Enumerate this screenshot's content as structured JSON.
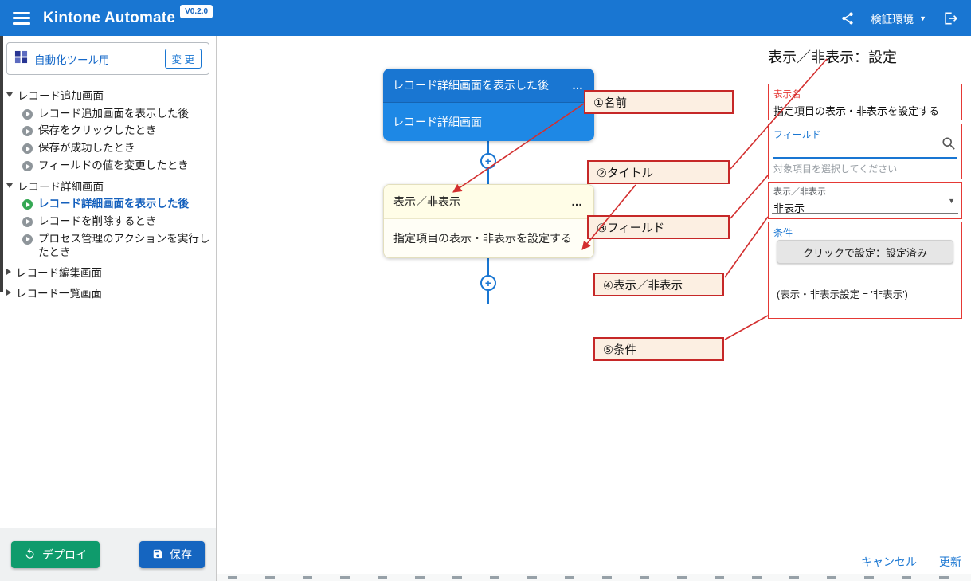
{
  "topbar": {
    "title": "Kintone Automate",
    "version": "V0.2.0",
    "env_label": "検証環境"
  },
  "sidebar": {
    "app_name": "自動化ツール用",
    "change_label": "変 更",
    "groups": [
      {
        "label": "レコード追加画面",
        "expanded": true,
        "children": [
          "レコード追加画面を表示した後",
          "保存をクリックしたとき",
          "保存が成功したとき",
          "フィールドの値を変更したとき"
        ]
      },
      {
        "label": "レコード詳細画面",
        "expanded": true,
        "children": [
          "レコード詳細画面を表示した後",
          "レコードを削除するとき",
          "プロセス管理のアクションを実行したとき"
        ]
      },
      {
        "label": "レコード編集画面",
        "expanded": false,
        "children": []
      },
      {
        "label": "レコード一覧画面",
        "expanded": false,
        "children": []
      }
    ],
    "active_item": "レコード詳細画面を表示した後",
    "deploy_label": "デプロイ",
    "save_label": "保存"
  },
  "canvas": {
    "trigger_node": {
      "title": "レコード詳細画面を表示した後",
      "subtitle": "レコード詳細画面",
      "menu": "…"
    },
    "action_node": {
      "title": "表示／非表示",
      "subtitle": "指定項目の表示・非表示を設定する",
      "menu": "…"
    },
    "add_symbol": "+",
    "callouts": [
      "①名前",
      "②タイトル",
      "③フィールド",
      "④表示／非表示",
      "⑤条件"
    ]
  },
  "panel": {
    "title": "表示／非表示：設定",
    "display_name_label": "表示名",
    "display_name_value": "指定項目の表示・非表示を設定する",
    "field_label": "フィールド",
    "field_placeholder": "対象項目を選択してください",
    "visibility_label": "表示／非表示",
    "visibility_value": "非表示",
    "condition_label": "条件",
    "condition_button": "クリックで設定：設定済み",
    "condition_summary": "(表示・非表示設定 = '非表示')",
    "cancel_label": "キャンセル",
    "update_label": "更新"
  },
  "colors": {
    "topbar_blue": "#1976d2",
    "node_blue_header": "#1976d2",
    "node_blue_body": "#1e88e5",
    "node_yellow": "#fffde7",
    "annotation_red": "#c62828",
    "deploy_green": "#0f9b6c",
    "save_blue": "#1565c0",
    "link_blue": "#1976d2",
    "active_event_green": "#35a854"
  }
}
